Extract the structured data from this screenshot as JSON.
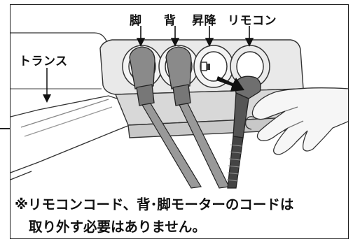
{
  "labels": {
    "leg": "脚",
    "back": "背",
    "lift": "昇降",
    "remote": "リモコン",
    "transformer": "トランス"
  },
  "caption": {
    "line1": "※リモコンコード、背･脚モーターのコードは",
    "line2": "取り外す必要はありません。"
  }
}
